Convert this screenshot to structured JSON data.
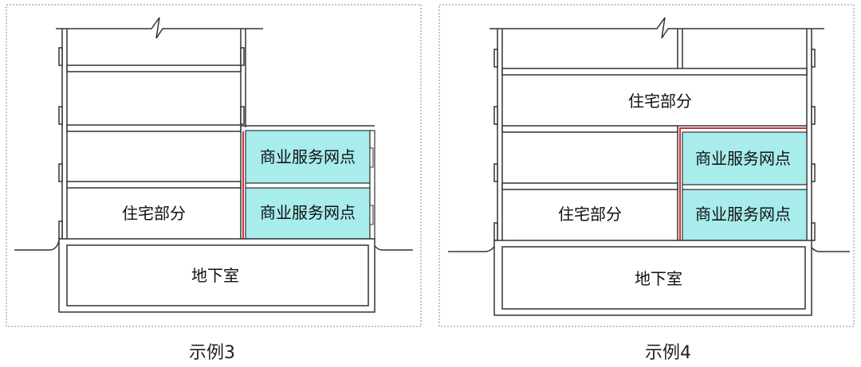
{
  "colors": {
    "commercial_fill": "#a8ecec",
    "separation_line": "#cc3333",
    "outline": "#333333",
    "frame": "#888888"
  },
  "example3": {
    "caption": "示例3",
    "residential_label": "住宅部分",
    "commercial_label_upper": "商业服务网点",
    "commercial_label_lower": "商业服务网点",
    "basement_label": "地下室"
  },
  "example4": {
    "caption": "示例4",
    "residential_label_upper": "住宅部分",
    "residential_label_lower": "住宅部分",
    "commercial_label_upper": "商业服务网点",
    "commercial_label_lower": "商业服务网点",
    "basement_label": "地下室"
  }
}
